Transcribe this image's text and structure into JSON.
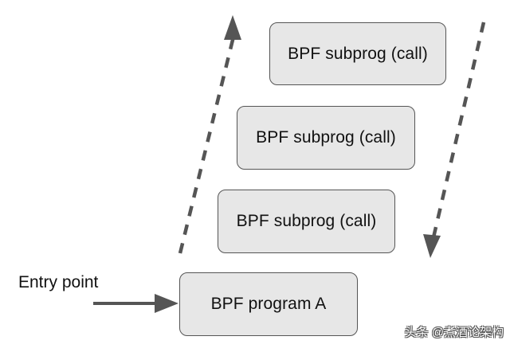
{
  "diagram": {
    "boxes": [
      {
        "label": "BPF subprog (call)"
      },
      {
        "label": "BPF subprog (call)"
      },
      {
        "label": "BPF subprog (call)"
      },
      {
        "label": "BPF program A"
      }
    ],
    "entry_label": "Entry point",
    "colors": {
      "box_fill": "#e7e7e7",
      "box_border": "#555555",
      "arrow": "#555555",
      "text": "#111111"
    }
  },
  "watermark": {
    "text": "头条 @煮酒论架构"
  }
}
